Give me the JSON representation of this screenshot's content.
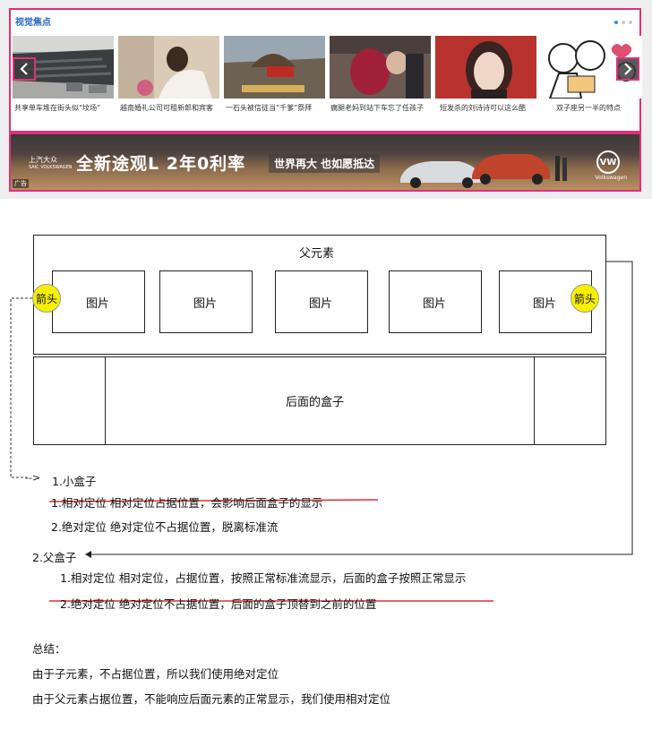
{
  "carousel": {
    "title": "视觉焦点",
    "captions": [
      "共享单车堆在街头似“坟场”",
      "越南婚礼公司可租新郎和宾客",
      "一石头被信徒当“千爹”祭拜",
      "瘸腿老妈到站下车忘了任孩子",
      "短发杀的刘诗诗可以这么酷",
      "双子座另一半的特点"
    ],
    "prev_icon": "chevron-left-icon",
    "next_icon": "chevron-right-icon",
    "frame_color": "#e0307a"
  },
  "banner": {
    "brand_line1": "上汽大众",
    "brand_line2": "SAIC VOLKSWAGEN",
    "headline": "全新途观L 2年0利率",
    "sub": "世界再大 也如愿抵达",
    "vw_logo": "VW",
    "vw_text": "Volkswagen",
    "ad_tag": "广告"
  },
  "diagram": {
    "parent_label": "父元素",
    "images": [
      "图片",
      "图片",
      "图片",
      "图片",
      "图片"
    ],
    "arrow_left": "箭头",
    "arrow_right": "箭头",
    "next_box_label": "后面的盒子"
  },
  "notes": {
    "arrow1": "-->",
    "section1_title": "1.小盒子",
    "s1_item1": "1.相对定位   相对定位占据位置，会影响后面盒子的显示",
    "s1_item2": "2.绝对定位   绝对定位不占据位置，脱离标准流",
    "section2_title": "2.父盒子",
    "s2_item1": "1.相对定位   相对定位，占据位置，按照正常标准流显示，后面的盒子按照正常显示",
    "s2_item2": "2.绝对定位   绝对定位不占据位置，后面的盒子顶替到之前的位置",
    "summary_title": "总结：",
    "summary1": "由于子元素，不占据位置，所以我们使用绝对定位",
    "summary2": "由于父元素占据位置，不能响应后面元素的正常显示，我们使用相对定位",
    "strike_color": "#e03030",
    "circle_color": "#f5f000"
  }
}
